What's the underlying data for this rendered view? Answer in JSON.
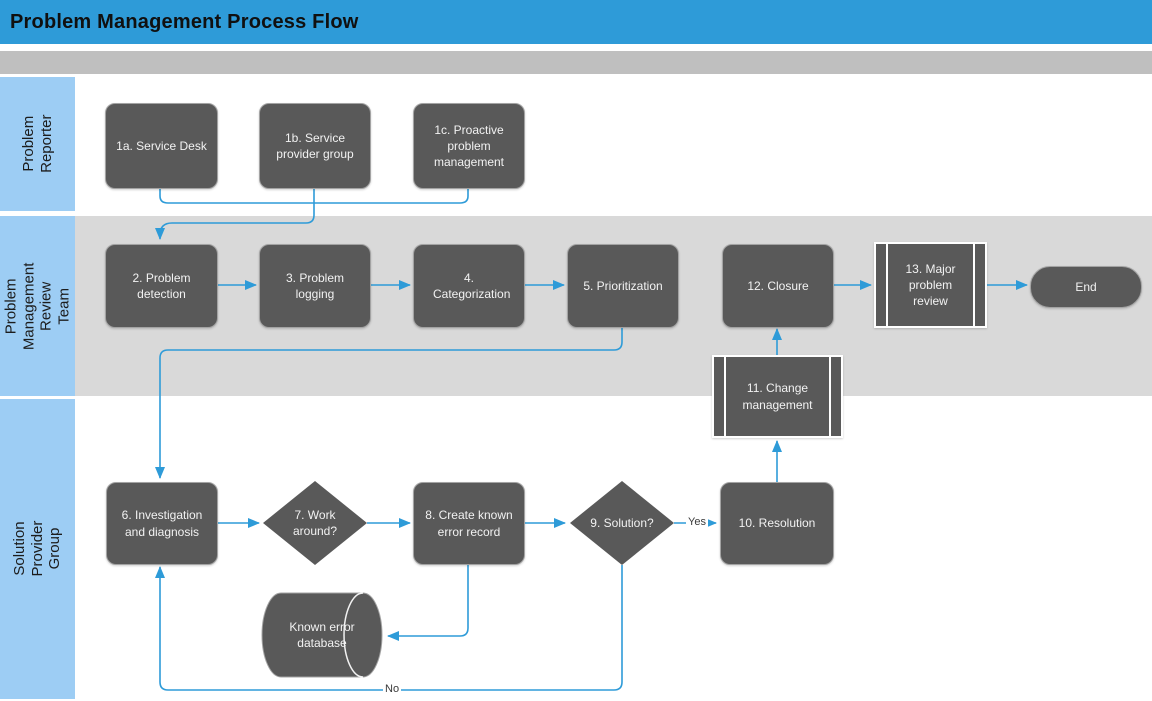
{
  "title": "Problem Management Process Flow",
  "lanes": [
    {
      "label": "Problem Reporter"
    },
    {
      "label": "Problem Management Review Team"
    },
    {
      "label": "Solution Provider Group"
    }
  ],
  "nodes": {
    "n1a": {
      "label": "1a. Service Desk",
      "shape": "rounded-rectangle"
    },
    "n1b": {
      "label": "1b. Service provider group",
      "shape": "rounded-rectangle"
    },
    "n1c": {
      "label": "1c. Proactive problem management",
      "shape": "rounded-rectangle"
    },
    "n2": {
      "label": "2. Problem detection",
      "shape": "rounded-rectangle"
    },
    "n3": {
      "label": "3. Problem logging",
      "shape": "rounded-rectangle"
    },
    "n4": {
      "label": "4. Categorization",
      "shape": "rounded-rectangle"
    },
    "n5": {
      "label": "5. Prioritization",
      "shape": "rounded-rectangle"
    },
    "n6": {
      "label": "6. Investigation and diagnosis",
      "shape": "rounded-rectangle"
    },
    "n7": {
      "label": "7. Work around?",
      "shape": "decision-diamond"
    },
    "n8": {
      "label": "8. Create known error record",
      "shape": "rounded-rectangle"
    },
    "n9": {
      "label": "9. Solution?",
      "shape": "decision-diamond"
    },
    "n10": {
      "label": "10. Resolution",
      "shape": "rounded-rectangle"
    },
    "n11": {
      "label": "11. Change management",
      "shape": "predefined-process"
    },
    "n12": {
      "label": "12. Closure",
      "shape": "rounded-rectangle"
    },
    "n13": {
      "label": "13. Major problem review",
      "shape": "predefined-process"
    },
    "end": {
      "label": "End",
      "shape": "terminator"
    },
    "db": {
      "label": "Known error database",
      "shape": "database-cylinder"
    }
  },
  "edge_labels": {
    "yes": "Yes",
    "no": "No"
  },
  "colors": {
    "title_bar_blue": "#2E9BD8",
    "connector_blue": "#2E9BD8",
    "lane_label_blue": "#9DCDF4",
    "lane_body_gray": "#D9D9D9",
    "top_band_gray": "#BFBFBF",
    "shape_fill_dark": "#595959",
    "shape_text": "#F2F2F2"
  }
}
